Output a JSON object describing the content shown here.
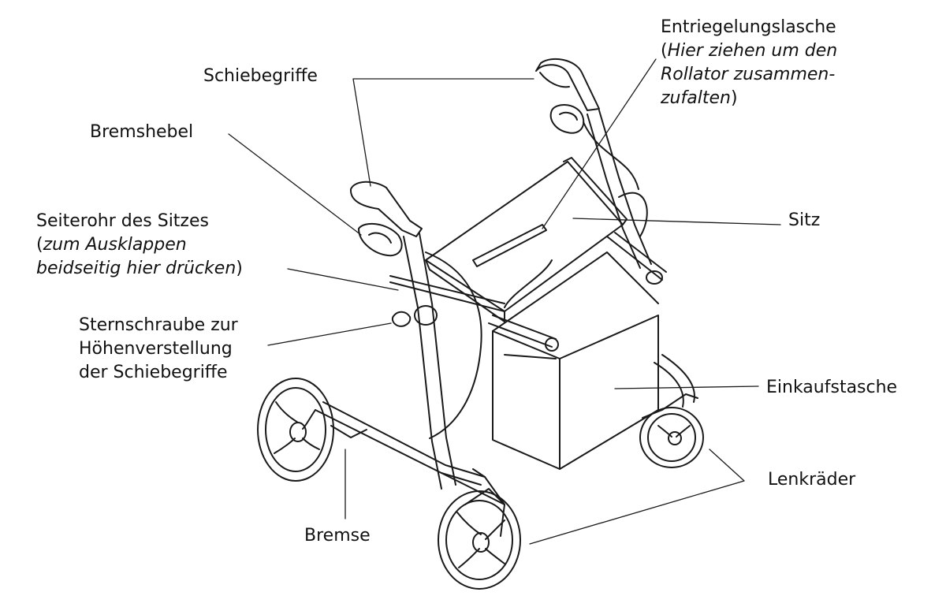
{
  "labels": {
    "schiebegriffe": "Schiebegriffe",
    "bremshebel": "Bremshebel",
    "seiterohr": {
      "line1": "Seiterohr des Sitzes",
      "line2_pre": "(",
      "line2_it": "zum Ausklappen",
      "line3_it": "beidseitig hier drücken",
      "line3_post": ")"
    },
    "sternschraube": {
      "line1": "Sternschraube zur",
      "line2": "Höhenverstellung",
      "line3": "der Schiebegriffe"
    },
    "entriegelung": {
      "line1": "Entriegelungslasche",
      "line2_pre": "(",
      "line2_it": "Hier ziehen um den",
      "line3_it": "Rollator zusammen-",
      "line4_it": "zufalten",
      "line4_post": ")"
    },
    "sitz": "Sitz",
    "einkaufstasche": "Einkaufstasche",
    "lenkraeder": "Lenkräder",
    "bremse": "Bremse"
  }
}
